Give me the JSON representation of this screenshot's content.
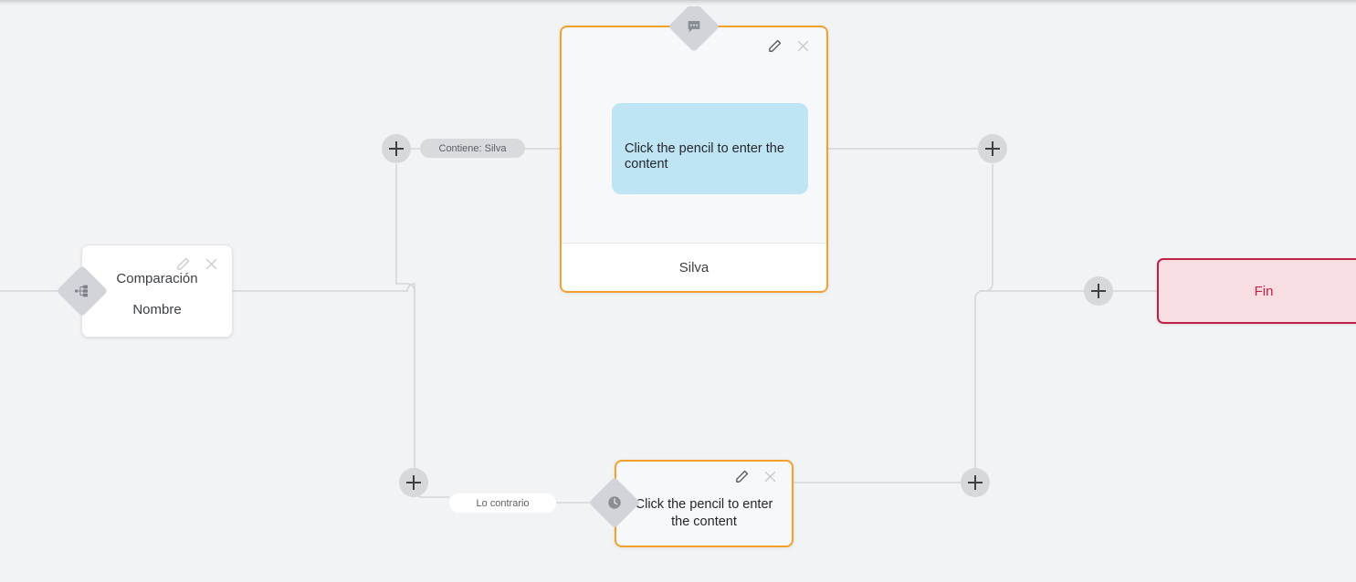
{
  "canvas": {
    "label": "workflow-editor-canvas",
    "background": "#f2f3f5"
  },
  "colors": {
    "accent_orange": "#f5a02a",
    "bubble_blue": "#bfe5f5",
    "end_border": "#c02043",
    "end_fill": "#f8dde2",
    "wire": "#d4d6da",
    "badge_gray": "#d2d4d9"
  },
  "nodes": {
    "comparison": {
      "name": "comparison-node",
      "title": "Comparación",
      "subtitle": "Nombre",
      "badge_icon": "branch-icon",
      "edit_icon": "pencil-icon",
      "close_icon": "close-icon"
    },
    "message_true": {
      "name": "message-node-true",
      "badge_icon": "chat-bubble-icon",
      "bubble_text": "Click the pencil to enter the content",
      "footer_label": "Silva",
      "edit_icon": "pencil-icon",
      "close_icon": "close-icon"
    },
    "message_false": {
      "name": "message-node-false",
      "badge_icon": "clock-icon",
      "body_text": "Click the pencil to enter the content",
      "edit_icon": "pencil-icon",
      "close_icon": "close-icon"
    },
    "end": {
      "name": "end-node",
      "label": "Fin"
    }
  },
  "edges": {
    "branch_true_label": "Contiene: Silva",
    "branch_false_label": "Lo contrario"
  },
  "add_buttons": [
    {
      "name": "add-step-button-true-branch-left",
      "label": "+"
    },
    {
      "name": "add-step-button-false-branch-left",
      "label": "+"
    },
    {
      "name": "add-step-button-true-branch-right",
      "label": "+"
    },
    {
      "name": "add-step-button-false-branch-right",
      "label": "+"
    },
    {
      "name": "add-step-button-before-end",
      "label": "+"
    }
  ]
}
